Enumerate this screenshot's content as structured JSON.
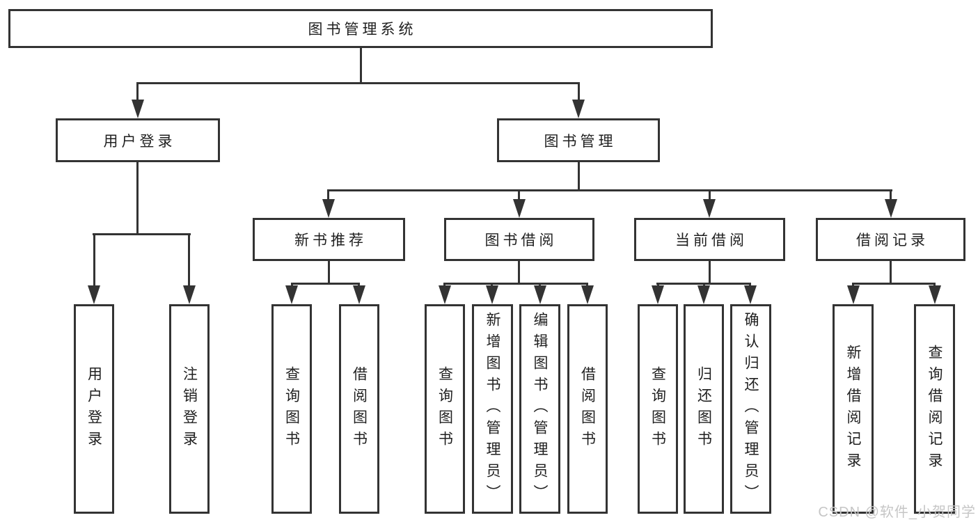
{
  "colors": {
    "line": "#333333",
    "text": "#1f1f1f",
    "background": "#ffffff",
    "watermark": "#c6c6c6"
  },
  "diagram": {
    "root": {
      "label": "图书管理系统"
    },
    "branches": [
      {
        "label": "用户登录",
        "children": [
          {
            "label": "用户登录"
          },
          {
            "label": "注销登录"
          }
        ]
      },
      {
        "label": "图书管理",
        "children": [
          {
            "label": "新书推荐",
            "children": [
              {
                "label": "查询图书"
              },
              {
                "label": "借阅图书"
              }
            ]
          },
          {
            "label": "图书借阅",
            "children": [
              {
                "label": "查询图书"
              },
              {
                "label": "新增图书（管理员）"
              },
              {
                "label": "编辑图书（管理员）"
              },
              {
                "label": "借阅图书"
              }
            ]
          },
          {
            "label": "当前借阅",
            "children": [
              {
                "label": "查询图书"
              },
              {
                "label": "归还图书"
              },
              {
                "label": "确认归还（管理员）"
              }
            ]
          },
          {
            "label": "借阅记录",
            "children": [
              {
                "label": "新增借阅记录"
              },
              {
                "label": "查询借阅记录"
              }
            ]
          }
        ]
      }
    ]
  },
  "watermark": {
    "text": "CSDN @软件_小贺同学"
  }
}
